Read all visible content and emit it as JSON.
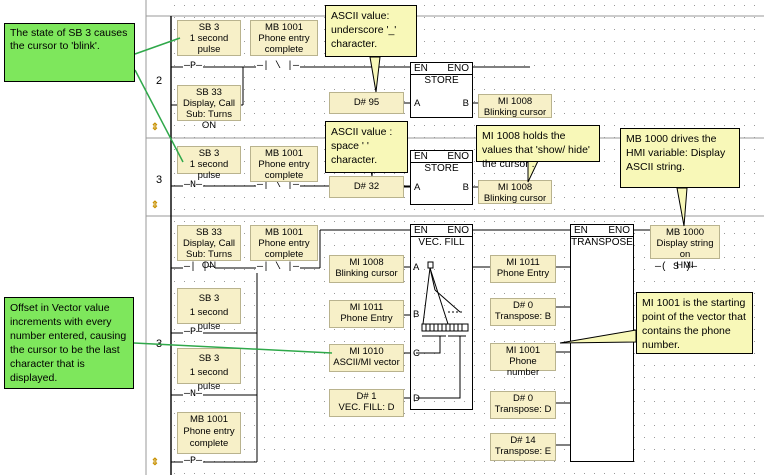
{
  "callouts": {
    "sb3_blink": "The state of SB 3 causes the cursor to 'blink'.",
    "ascii_underscore": "ASCII value: underscore '_' character.",
    "ascii_space": "ASCII value : space ' ' character.",
    "mi1008_note": "MI 1008 holds the values that 'show/ hide' the cursor .",
    "mb1000_note": "MB 1000 drives the HMI variable: Display ASCII string.",
    "offset_note": "Offset in Vector value increments with every number entered, causing the cursor to be the last character that is displayed.",
    "mi1001_note": "MI 1001 is the starting point of the vector that contains the phone number."
  },
  "rungs": {
    "r2": "2",
    "r3": "3",
    "r4": "3"
  },
  "operands": {
    "sb3_r2": "SB 3\n1 second pulse",
    "mb1001_r2": "MB 1001\nPhone entry\ncomplete",
    "sb33_r2": "SB 33\nDisplay, Call\nSub: Turns ON",
    "d95": "D# 95",
    "mi1008_r2": "MI 1008\nBlinking cursor",
    "sb3_r3": "SB 3\n1 second pulse",
    "mb1001_r3": "MB 1001\nPhone entry\ncomplete",
    "d32": "D# 32",
    "mi1008_r3": "MI 1008\nBlinking cursor",
    "sb33_r4": "SB 33\nDisplay, Call\nSub: Turns ON",
    "mb1001_r4": "MB 1001\nPhone entry\ncomplete",
    "sb3_r4a": "SB 3\n1 second pulse",
    "sb3_r4b": "SB 3\n1 second pulse",
    "mb1001_r4b": "MB 1001\nPhone entry\ncomplete",
    "mi1008_r4": "MI 1008\nBlinking cursor",
    "mi1011_a": "MI 1011\nPhone Entry",
    "mi1010": "MI 1010\nASCII/MI vector",
    "d1": "D# 1\nVEC. FILL: D",
    "mi1011_b": "MI 1011\nPhone Entry",
    "d0_b": "D# 0\nTranspose: B",
    "mi1001": "MI 1001\nPhone number",
    "d0_d": "D# 0\nTranspose: D",
    "d14": "D# 14\nTranspose: E",
    "mb1000": "MB 1000\nDisplay string on\nHMI"
  },
  "contacts": {
    "p_rise": "—P—",
    "n_fall": "—N—",
    "nc": "—| \\ |—",
    "no": "—|  |—",
    "set_coil": "—( S )—"
  },
  "blocks": {
    "en": "EN",
    "eno": "ENO",
    "store_name": "STORE",
    "vecfill_name": "VEC. FILL",
    "transpose_name": "TRANSPOSE",
    "pin_a": "A",
    "pin_b": "B",
    "pin_c": "C",
    "pin_d": "D"
  },
  "icons": {
    "expand": "⇕"
  }
}
